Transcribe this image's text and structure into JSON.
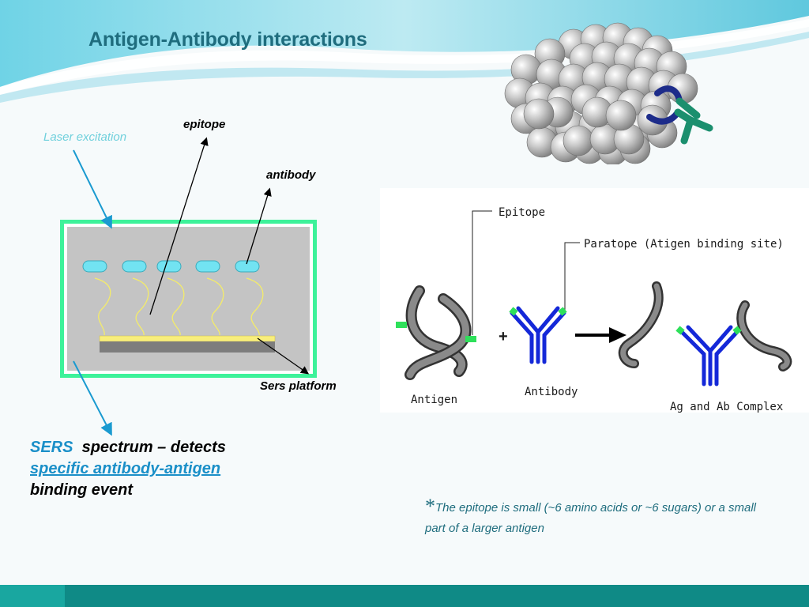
{
  "title": "Antigen-Antibody interactions",
  "labels": {
    "laser": "Laser excitation",
    "epitope": "epitope",
    "antibody": "antibody",
    "sers_platform": "Sers platform"
  },
  "panel": {
    "epitope": "Epitope",
    "paratope": "Paratope (Atigen binding site)",
    "antigen": "Antigen",
    "antibody": "Antibody",
    "complex": "Ag and Ab Complex",
    "plus": "+"
  },
  "statement": {
    "sers": "SERS",
    "rest": "spectrum –  detects",
    "link": "specific antibody-antigen",
    "last": "binding event"
  },
  "footnote": {
    "star": "*",
    "text": "The epitope is small (~6 amino acids or ~6 sugars) or a small part of a larger antigen"
  },
  "colors": {
    "title": "#1f6d7e",
    "laser": "#6fd0dc",
    "chip_border": "#3df29a",
    "antibody_blue": "#1428d8",
    "epitope_green": "#2ee05a",
    "bottom_bar": "#0f8a86"
  }
}
